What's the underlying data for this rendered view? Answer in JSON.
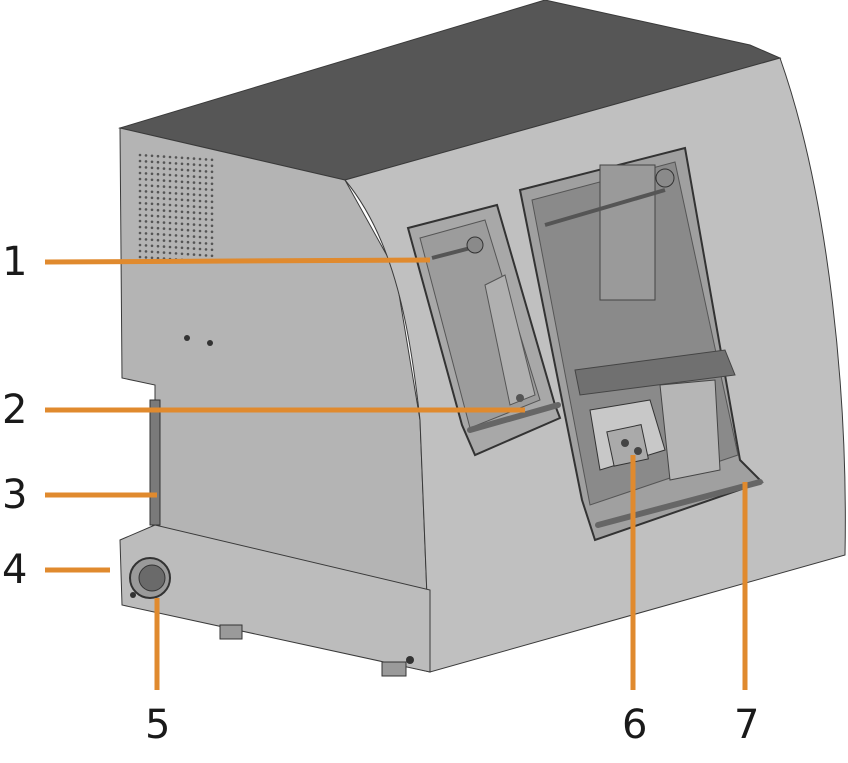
{
  "colors": {
    "body_side": "#b8b8b8",
    "body_front": "#c2c2c2",
    "top": "#565656",
    "edge": "#3a3a3a",
    "window_bg": "#8c8c8c",
    "window_dark": "#6e6e6e",
    "leader": "#e08a2e",
    "label": "#1a1a1a"
  },
  "callouts": [
    {
      "id": "1",
      "label": "1"
    },
    {
      "id": "2",
      "label": "2"
    },
    {
      "id": "3",
      "label": "3"
    },
    {
      "id": "4",
      "label": "4"
    },
    {
      "id": "5",
      "label": "5"
    },
    {
      "id": "6",
      "label": "6"
    },
    {
      "id": "7",
      "label": "7"
    }
  ]
}
